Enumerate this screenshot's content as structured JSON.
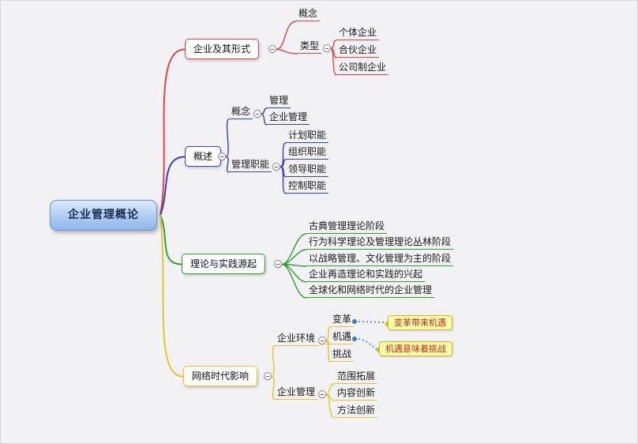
{
  "root": {
    "label": "企业管理概论"
  },
  "branches": {
    "forms": {
      "label": "企业及其形式",
      "children": {
        "concept": "概念",
        "type": "类型",
        "types": [
          "个体企业",
          "合伙企业",
          "公司制企业"
        ]
      }
    },
    "overview": {
      "label": "概述",
      "concept": {
        "label": "概念",
        "items": [
          "管理",
          "企业管理"
        ]
      },
      "functions": {
        "label": "管理职能",
        "items": [
          "计划职能",
          "组织职能",
          "领导职能",
          "控制职能"
        ]
      }
    },
    "theory": {
      "label": "理论与实践源起",
      "items": [
        "古典管理理论阶段",
        "行为科学理论及管理理论丛林阶段",
        "以战略管理、文化管理为主的阶段",
        "企业再造理论和实践的兴起",
        "全球化和网络时代的企业管理"
      ]
    },
    "network": {
      "label": "网络时代影响",
      "environment": {
        "label": "企业环境",
        "items": [
          "变革",
          "机遇",
          "挑战"
        ],
        "callouts": [
          "变革带来机遇",
          "机遇意味着挑战"
        ]
      },
      "management": {
        "label": "企业管理",
        "items": [
          "范围拓展",
          "内容创新",
          "方法创新"
        ]
      }
    }
  },
  "colors": {
    "branch_forms": "#e04545",
    "branch_overview": "#3c3cd0",
    "branch_theory": "#2da02d",
    "branch_network": "#e3c52e",
    "root_fill_top": "#dcebfc",
    "root_fill_bottom": "#8fb5ea",
    "root_border": "#6b95cf",
    "callout_fill": "#ffffa8",
    "callout_border": "#cdb82a",
    "callout_text": "#cc2222",
    "callout_line": "#2f7fd6",
    "background": "#f2f2f4"
  }
}
